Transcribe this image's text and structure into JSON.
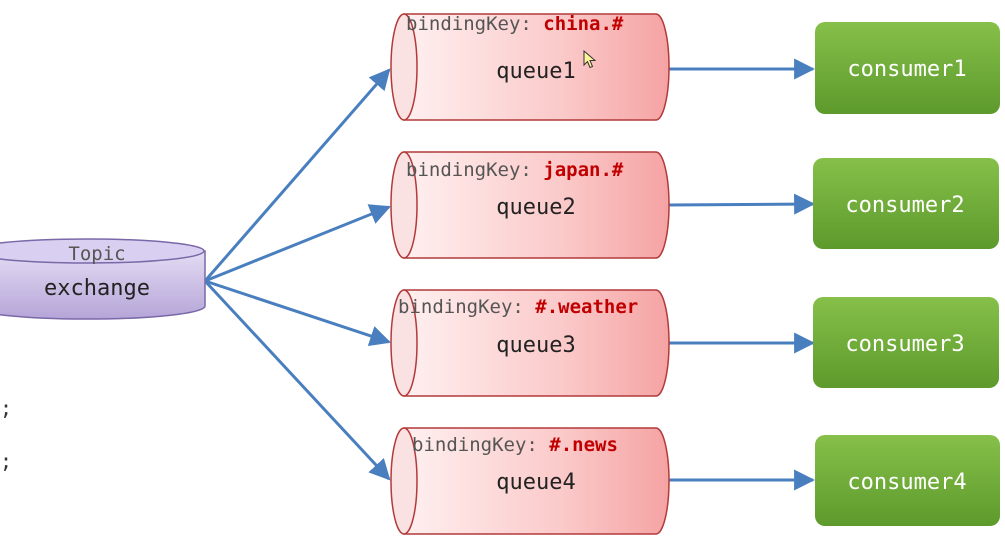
{
  "exchange": {
    "type_label": "Topic",
    "name_label": "exchange"
  },
  "queues": [
    {
      "binding_prefix": "bindingKey: ",
      "binding_key": "china.#",
      "name": "queue1"
    },
    {
      "binding_prefix": "bindingKey: ",
      "binding_key": "japan.#",
      "name": "queue2"
    },
    {
      "binding_prefix": "bindingKey: ",
      "binding_key": "#.weather",
      "name": "queue3"
    },
    {
      "binding_prefix": "bindingKey: ",
      "binding_key": "#.news",
      "name": "queue4"
    }
  ],
  "consumers": [
    "consumer1",
    "consumer2",
    "consumer3",
    "consumer4"
  ],
  "edge_fragments": [
    ";",
    ";"
  ],
  "colors": {
    "exchange_fill_top": "#e4dcf3",
    "exchange_fill_bottom": "#b5a5d8",
    "exchange_stroke": "#7a68a8",
    "queue_fill_light": "#fff0f0",
    "queue_fill_dark": "#f5a3a3",
    "queue_stroke": "#b23a3a",
    "binding_key_color": "#c00000",
    "binding_prefix_color": "#555555",
    "consumer_fill_top": "#86c04a",
    "consumer_fill_bottom": "#5d9a2c",
    "arrow_color": "#4a7fbf"
  },
  "icons": {
    "cursor": "mouse-pointer-icon"
  }
}
